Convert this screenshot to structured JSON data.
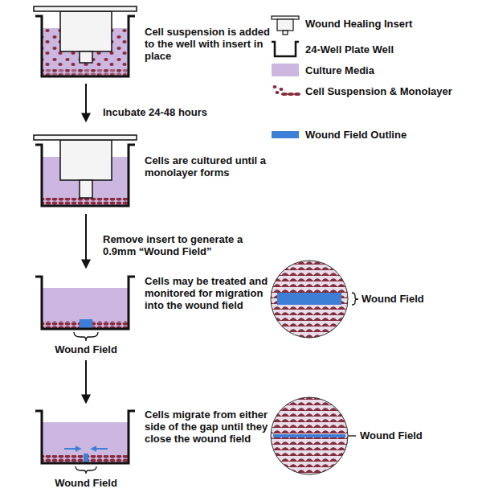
{
  "diagram": {
    "labels": [
      "Cell suspension is added to the well with insert in place",
      "Incubate 24-48 hours",
      "Cells are cultured until a monolayer forms",
      "Remove insert to generate a 0.9mm “Wound Field”",
      "Cells may be treated and monitored for migration into the wound field",
      "Wound Field",
      "Wound Field",
      "Cells migrate from either side of the gap until they close the wound field",
      "Wound Field",
      "Wound Field"
    ],
    "legend": [
      {
        "text": "Wound Healing Insert"
      },
      {
        "text": "24-Well Plate Well"
      },
      {
        "text": "Culture Media",
        "color": "#cbb7e0"
      },
      {
        "text": "Cell Suspension & Monolayer"
      },
      {
        "text": "Wound Field Outline",
        "color": "#3d7fd6"
      }
    ]
  }
}
